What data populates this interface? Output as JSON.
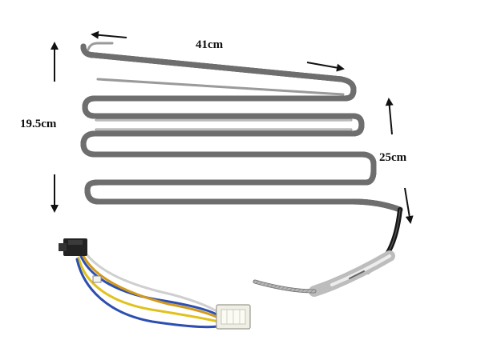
{
  "photo": {
    "subject": "heater-element-with-wiring-harness",
    "colors": {
      "background": "#ffffff",
      "heater_tube": "#a8a8a8",
      "heater_tube_dark": "#6e6e6e",
      "heater_tube_light": "#e4e4e4",
      "arrow": "#111111",
      "connector": "#222222",
      "plug": "#efefe6",
      "wire_blue": "#2c4fb0",
      "wire_orange": "#d39a1a",
      "wire_yellow": "#e0c21c",
      "wire_white": "#f2f2f2",
      "sleeve": "#cfcfcf"
    }
  },
  "dimensions": {
    "width_label": "41cm",
    "height_label": "19.5cm",
    "drop_label": "25cm"
  },
  "icons": {
    "arrow_left": "arrow-left-icon",
    "arrow_right": "arrow-right-icon",
    "arrow_up": "arrow-up-icon",
    "arrow_down": "arrow-down-icon"
  }
}
